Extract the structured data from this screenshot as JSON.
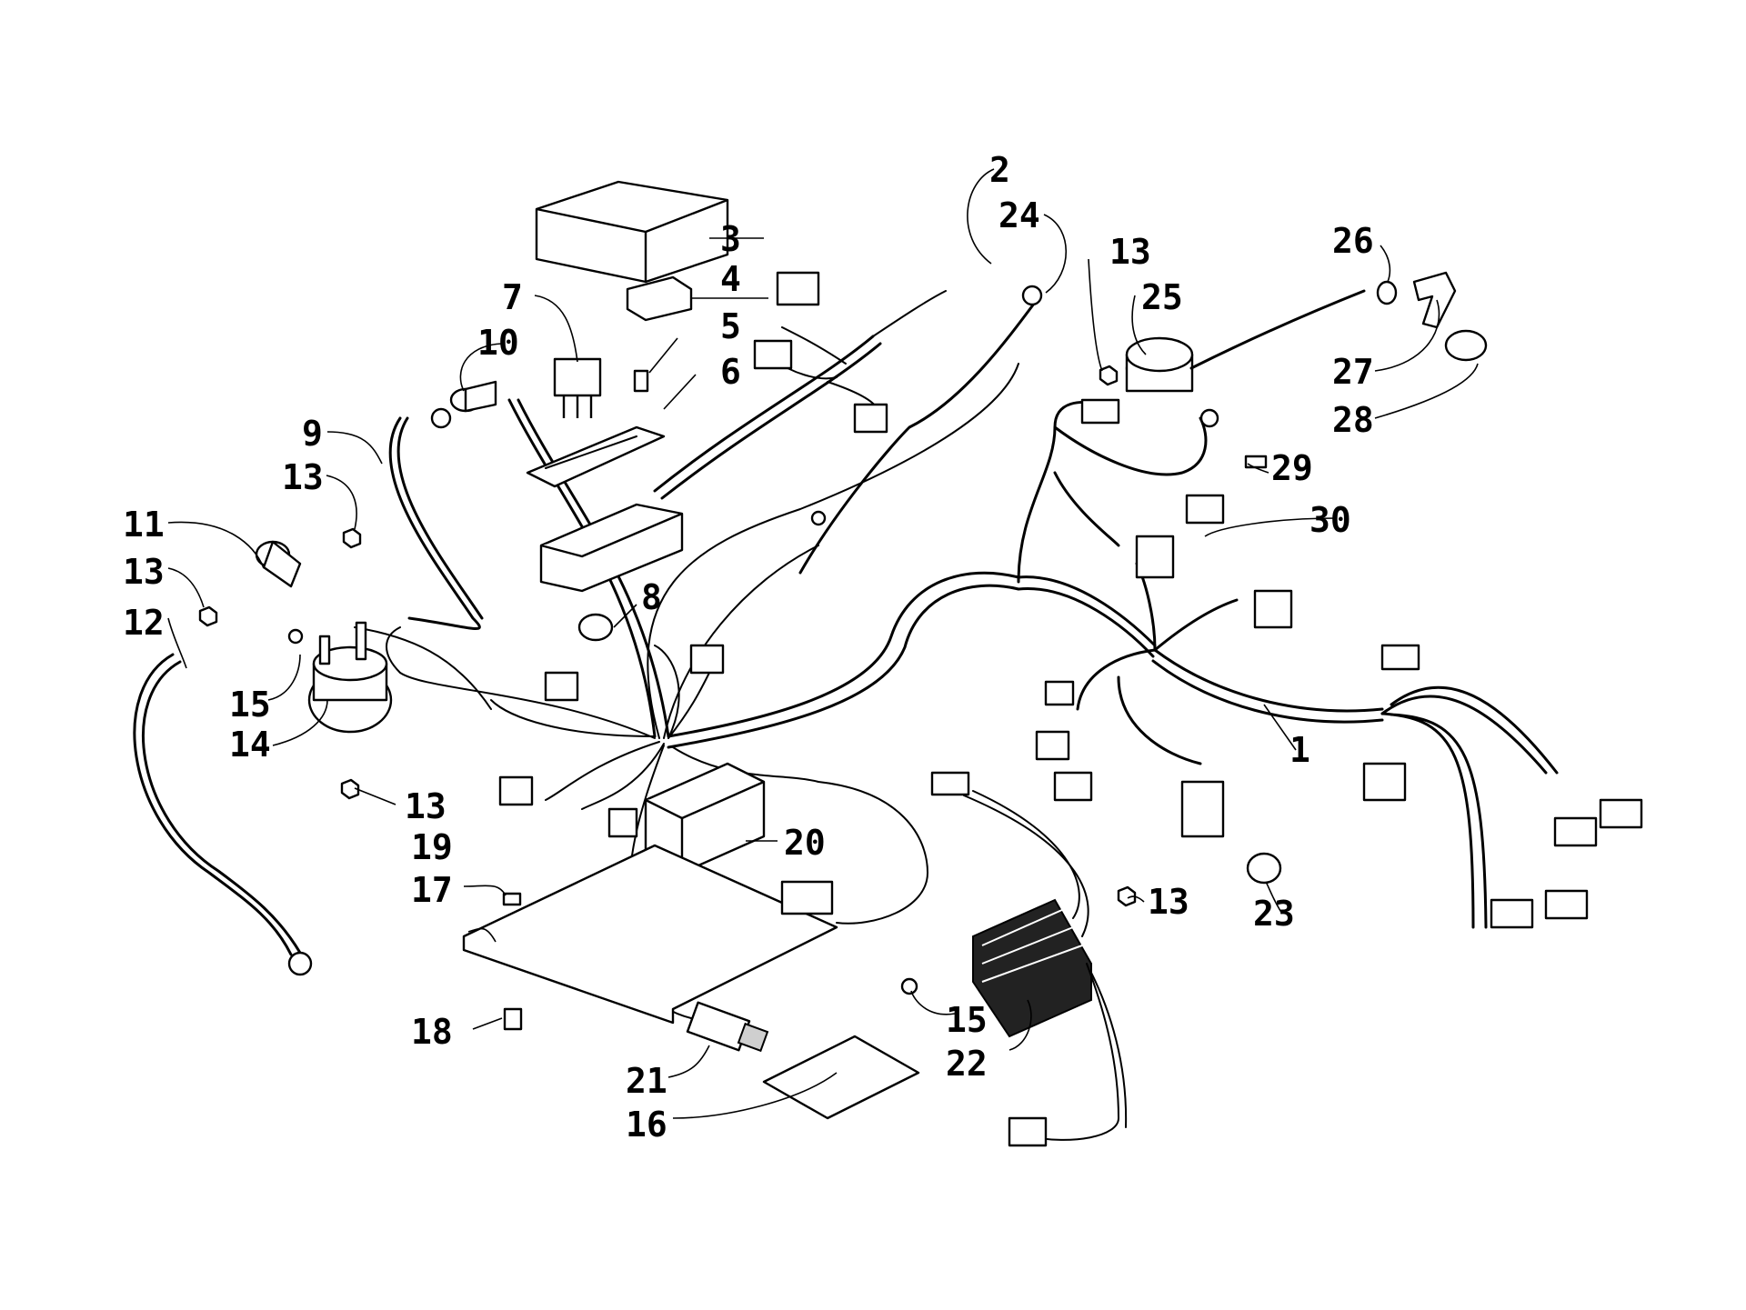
{
  "callouts": [
    {
      "id": "c1",
      "label": "1"
    },
    {
      "id": "c2",
      "label": "2"
    },
    {
      "id": "c3",
      "label": "3"
    },
    {
      "id": "c4",
      "label": "4"
    },
    {
      "id": "c5",
      "label": "5"
    },
    {
      "id": "c6",
      "label": "6"
    },
    {
      "id": "c7",
      "label": "7"
    },
    {
      "id": "c8",
      "label": "8"
    },
    {
      "id": "c9",
      "label": "9"
    },
    {
      "id": "c10",
      "label": "10"
    },
    {
      "id": "c11",
      "label": "11"
    },
    {
      "id": "c12",
      "label": "12"
    },
    {
      "id": "c13a",
      "label": "13"
    },
    {
      "id": "c13b",
      "label": "13"
    },
    {
      "id": "c13c",
      "label": "13"
    },
    {
      "id": "c13d",
      "label": "13"
    },
    {
      "id": "c13e",
      "label": "13"
    },
    {
      "id": "c14",
      "label": "14"
    },
    {
      "id": "c15a",
      "label": "15"
    },
    {
      "id": "c15b",
      "label": "15"
    },
    {
      "id": "c16",
      "label": "16"
    },
    {
      "id": "c17",
      "label": "17"
    },
    {
      "id": "c18",
      "label": "18"
    },
    {
      "id": "c19",
      "label": "19"
    },
    {
      "id": "c20",
      "label": "20"
    },
    {
      "id": "c21",
      "label": "21"
    },
    {
      "id": "c22",
      "label": "22"
    },
    {
      "id": "c23",
      "label": "23"
    },
    {
      "id": "c24",
      "label": "24"
    },
    {
      "id": "c25",
      "label": "25"
    },
    {
      "id": "c26",
      "label": "26"
    },
    {
      "id": "c27",
      "label": "27"
    },
    {
      "id": "c28",
      "label": "28"
    },
    {
      "id": "c29",
      "label": "29"
    },
    {
      "id": "c30",
      "label": "30"
    }
  ]
}
